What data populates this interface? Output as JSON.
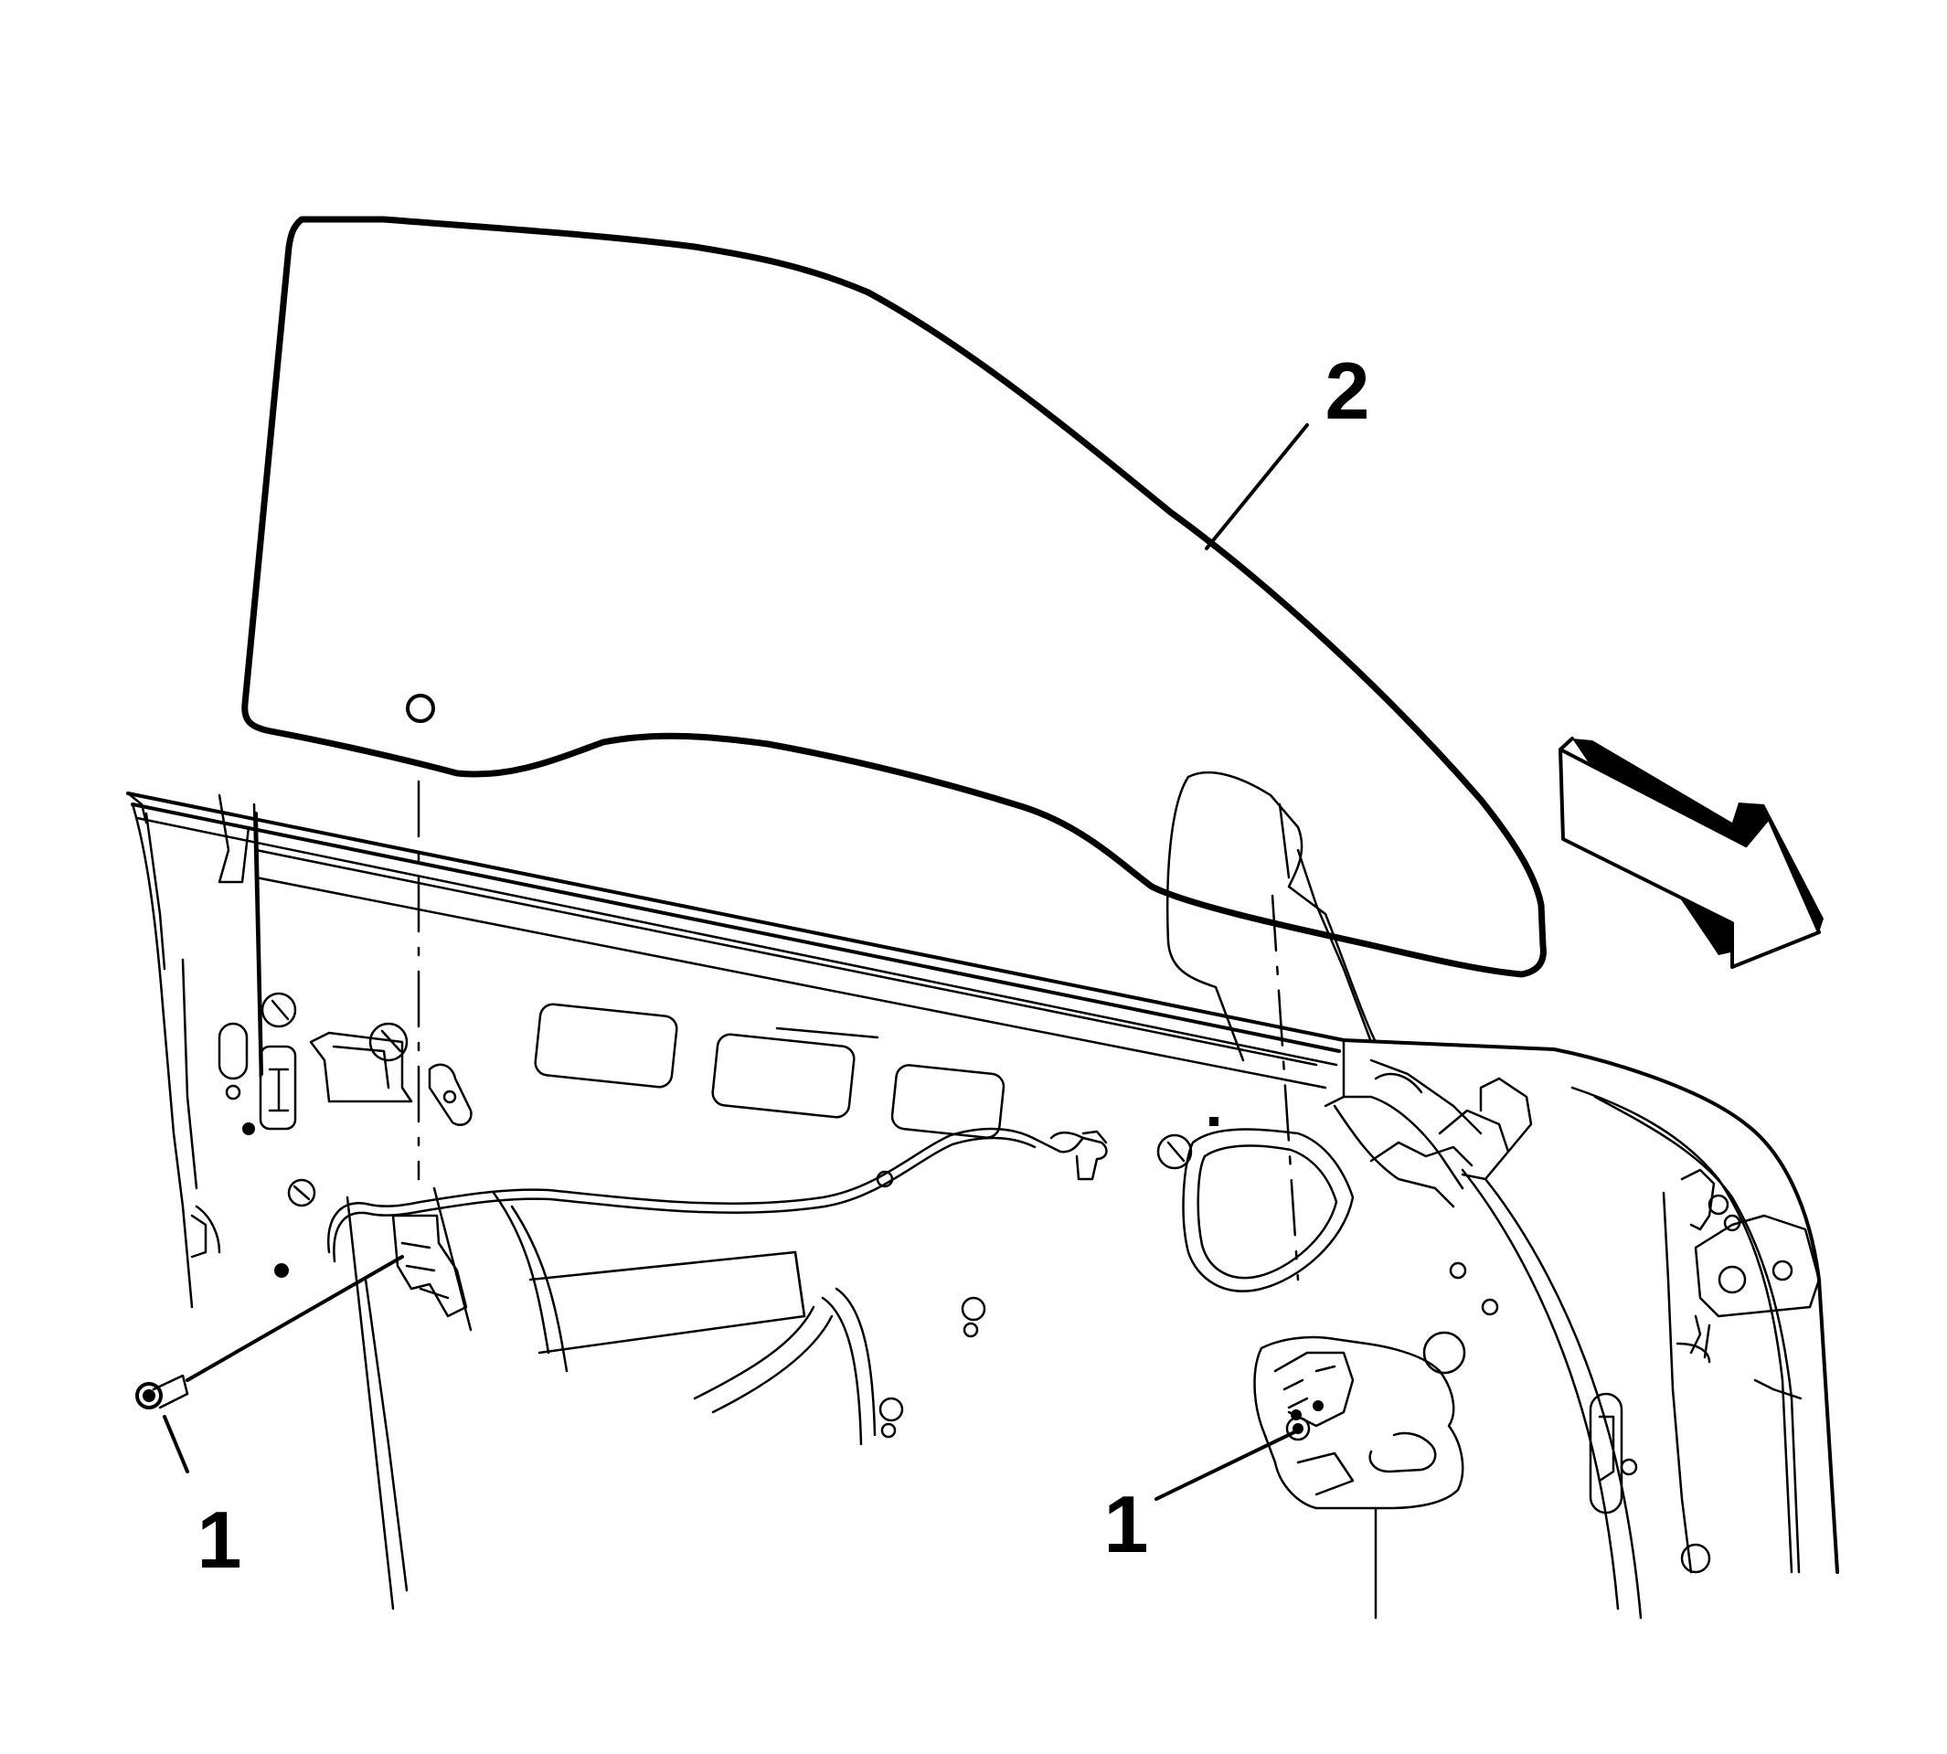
{
  "callouts": [
    {
      "id": "bolt-left",
      "label": "1"
    },
    {
      "id": "bolt-right",
      "label": "1"
    },
    {
      "id": "window-glass",
      "label": "2"
    }
  ],
  "icons": {
    "direction_arrow": "front-of-vehicle-arrow-icon"
  },
  "colors": {
    "line": "#000000",
    "background": "#ffffff",
    "arrow_shadow": "#000000"
  }
}
